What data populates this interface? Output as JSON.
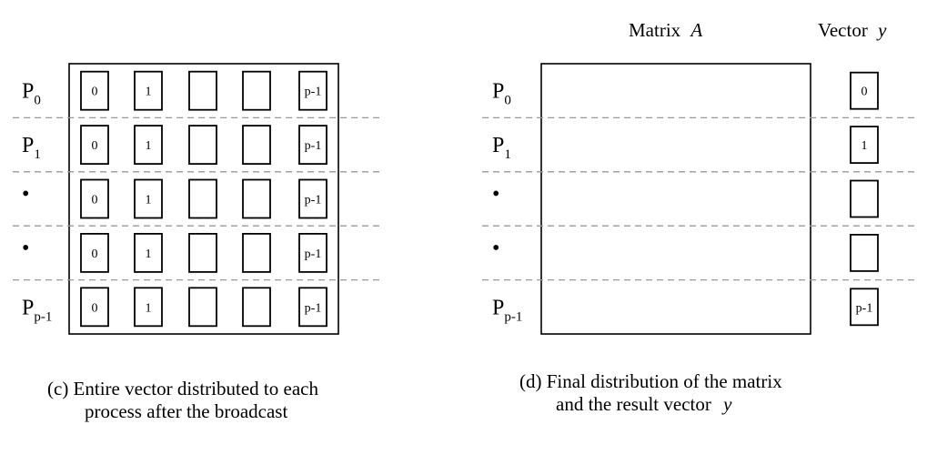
{
  "panel_c": {
    "rows": [
      {
        "label": "P",
        "sub": "0",
        "cells": [
          "0",
          "1",
          "",
          "",
          "p-1"
        ]
      },
      {
        "label": "P",
        "sub": "1",
        "cells": [
          "0",
          "1",
          "",
          "",
          "p-1"
        ]
      },
      {
        "label": "•",
        "sub": "",
        "cells": [
          "0",
          "1",
          "",
          "",
          "p-1"
        ]
      },
      {
        "label": "•",
        "sub": "",
        "cells": [
          "0",
          "1",
          "",
          "",
          "p-1"
        ]
      },
      {
        "label": "P",
        "sub": "p-1",
        "cells": [
          "0",
          "1",
          "",
          "",
          "p-1"
        ]
      }
    ],
    "caption": {
      "line1": "(c)  Entire vector distributed to each",
      "line2": "process after the broadcast"
    }
  },
  "panel_d": {
    "matrix_label": "Matrix",
    "matrix_var": "A",
    "vector_label": "Vector",
    "vector_var": "y",
    "rows": [
      {
        "label": "P",
        "sub": "0",
        "y": "0"
      },
      {
        "label": "P",
        "sub": "1",
        "y": "1"
      },
      {
        "label": "•",
        "sub": "",
        "y": ""
      },
      {
        "label": "•",
        "sub": "",
        "y": ""
      },
      {
        "label": "P",
        "sub": "p-1",
        "y": "p-1"
      }
    ],
    "caption": {
      "line1": "(d)  Final distribution of the matrix",
      "line2_text": "and the result vector",
      "line2_var": "y"
    }
  }
}
